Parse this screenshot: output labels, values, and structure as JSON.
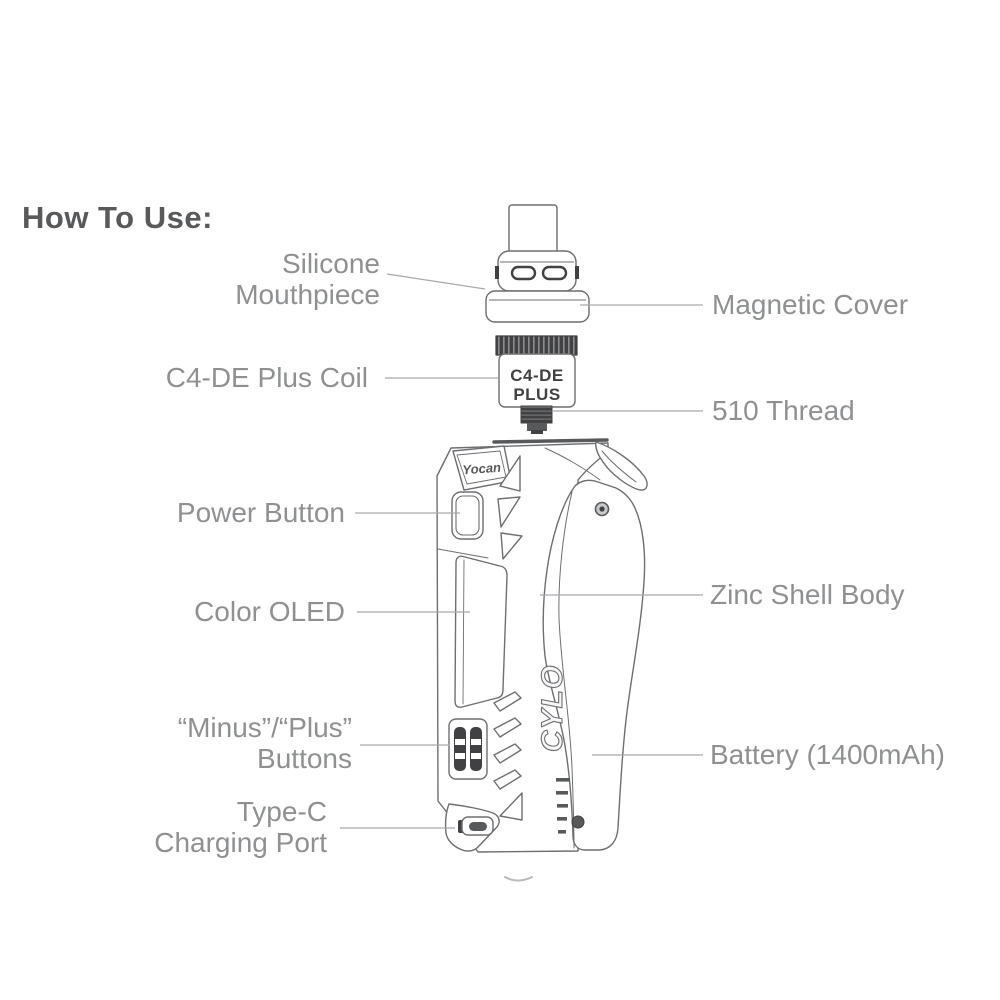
{
  "heading": {
    "text": "How To Use:"
  },
  "device": {
    "brand_logo": "Yocan",
    "model_marking": "CYLO",
    "coil_marking_line1": "C4-DE",
    "coil_marking_line2": "PLUS"
  },
  "labels": {
    "silicone_mouthpiece": {
      "line1": "Silicone",
      "line2": "Mouthpiece"
    },
    "magnetic_cover": {
      "text": "Magnetic Cover"
    },
    "c4de_plus_coil": {
      "text": "C4-DE Plus Coil"
    },
    "thread_510": {
      "text": "510 Thread"
    },
    "power_button": {
      "text": "Power Button"
    },
    "zinc_shell_body": {
      "text": "Zinc Shell Body"
    },
    "color_oled": {
      "text": "Color OLED"
    },
    "minus_plus_buttons": {
      "line1": "“Minus”/“Plus”",
      "line2": "Buttons"
    },
    "battery": {
      "text": "Battery (1400mAh)"
    },
    "type_c_charging_port": {
      "line1": "Type-C",
      "line2": "Charging Port"
    }
  },
  "colors": {
    "heading_text": "#58595b",
    "label_text": "#8e9092",
    "line_art": "#6d6e71",
    "leader_line": "#a7a9ac",
    "dark_fill": "#414042"
  }
}
